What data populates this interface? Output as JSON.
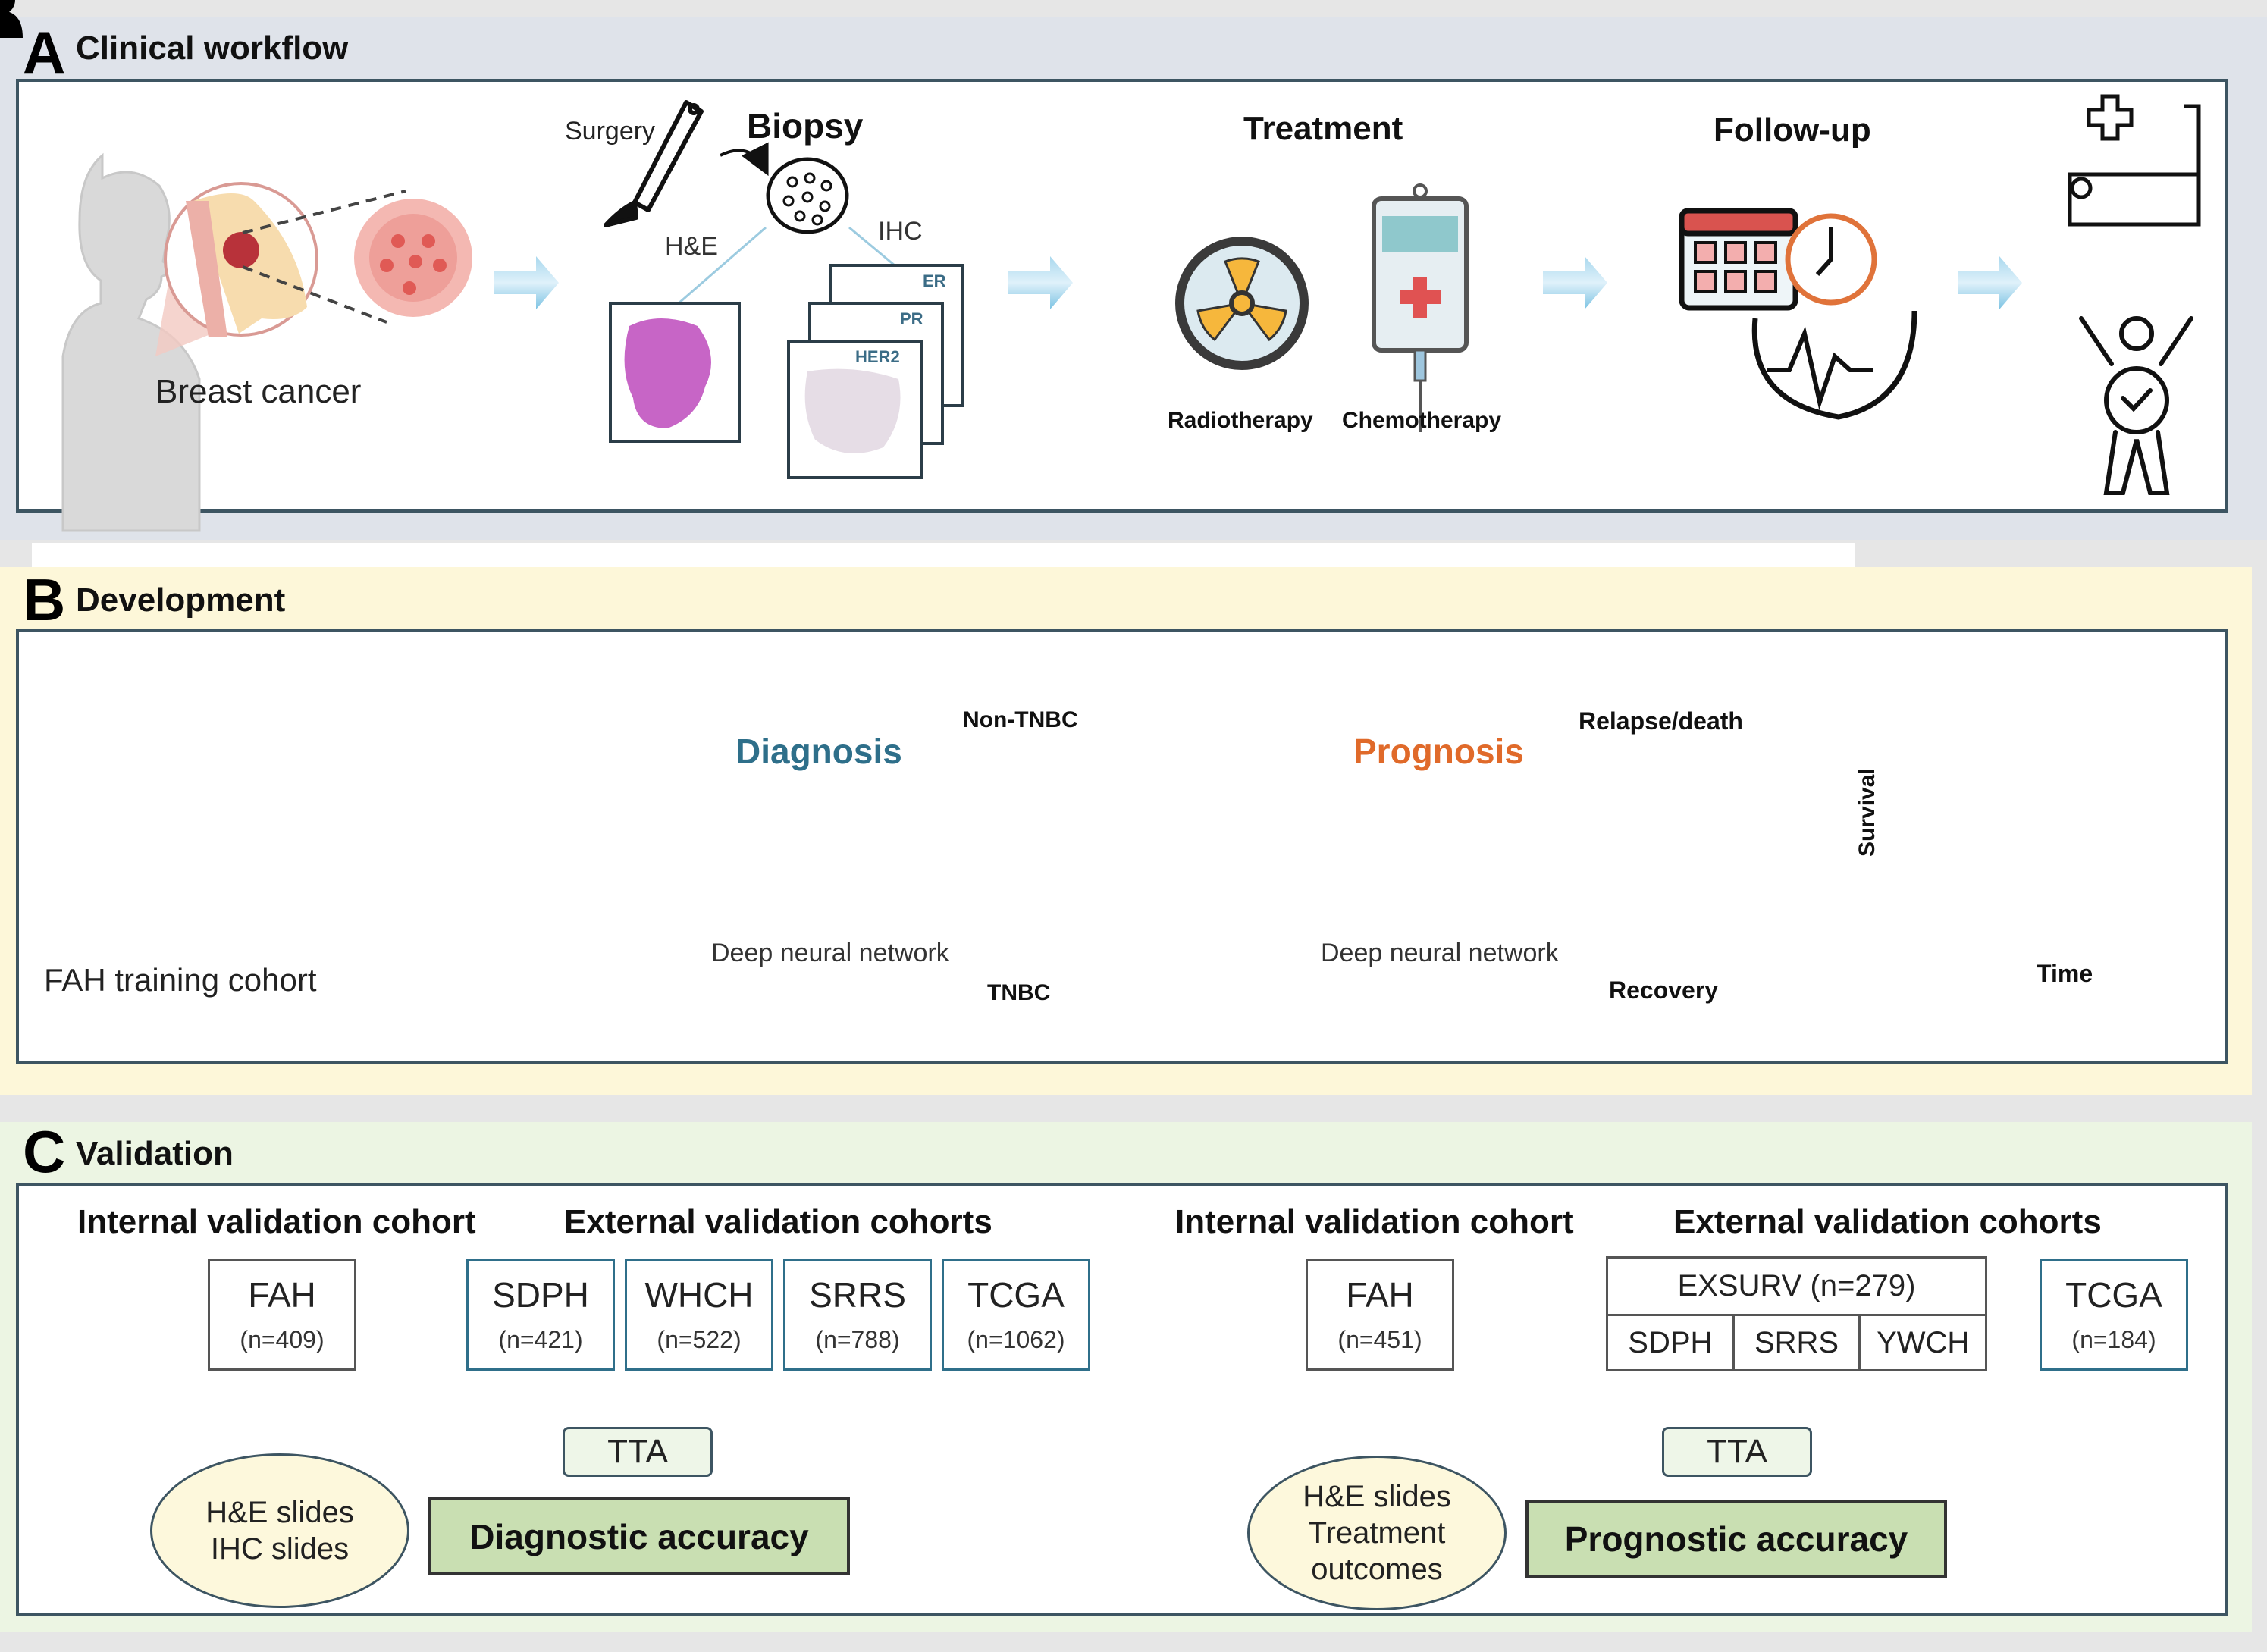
{
  "sections": {
    "a": {
      "letter": "A",
      "title": "Clinical workflow"
    },
    "b": {
      "letter": "B",
      "title": "Development"
    },
    "c": {
      "letter": "C",
      "title": "Validation"
    }
  },
  "clinical_workflow": {
    "breast_cancer_label": "Breast cancer",
    "surgery_label": "Surgery",
    "biopsy_label": "Biopsy",
    "he_label": "H&E",
    "ihc_label": "IHC",
    "ihc_stains": [
      "ER",
      "PR",
      "HER2"
    ],
    "treatment_label": "Treatment",
    "radiotherapy_label": "Radiotherapy",
    "chemotherapy_label": "Chemotherapy",
    "followup_label": "Follow-up"
  },
  "development": {
    "cohort_label": "FAH training cohort",
    "diagnosis_label": "Diagnosis",
    "dnn_label_1": "Deep neural network",
    "non_tnbc_label": "Non-TNBC",
    "tnbc_label": "TNBC",
    "prognosis_label": "Prognosis",
    "dnn_label_2": "Deep neural network",
    "relapse_label": "Relapse/death",
    "recovery_label": "Recovery",
    "survival_axis_label": "Survival",
    "time_axis_label": "Time"
  },
  "validation": {
    "diagnostic": {
      "internal_heading": "Internal validation cohort",
      "external_heading": "External validation cohorts",
      "internal": {
        "name": "FAH",
        "n": "(n=409)"
      },
      "external": [
        {
          "name": "SDPH",
          "n": "(n=421)"
        },
        {
          "name": "WHCH",
          "n": "(n=522)"
        },
        {
          "name": "SRRS",
          "n": "(n=788)"
        },
        {
          "name": "TCGA",
          "n": "(n=1062)"
        }
      ],
      "tta_label": "TTA",
      "inputs": [
        "H&E slides",
        "IHC slides"
      ],
      "result_label": "Diagnostic accuracy"
    },
    "prognostic": {
      "internal_heading": "Internal validation cohort",
      "external_heading": "External validation cohorts",
      "internal": {
        "name": "FAH",
        "n": "(n=451)"
      },
      "exsurv": {
        "label": "EXSURV (n=279)",
        "members": [
          "SDPH",
          "SRRS",
          "YWCH"
        ]
      },
      "tcga": {
        "name": "TCGA",
        "n": "(n=184)"
      },
      "tta_label": "TTA",
      "inputs": [
        "H&E slides",
        "Treatment",
        "outcomes"
      ],
      "result_label": "Prognostic accuracy"
    }
  },
  "colors": {
    "section_a_bg": "#dfe3ea",
    "section_b_bg": "#fdf7d9",
    "section_c_bg": "#ecf5e3",
    "frame_border": "#3d5562",
    "diagnosis_accent": "#2e6f8a",
    "prognosis_accent": "#e06a2a",
    "tnbc_red": "#e32626",
    "accuracy_fill": "#c9dfb2"
  }
}
